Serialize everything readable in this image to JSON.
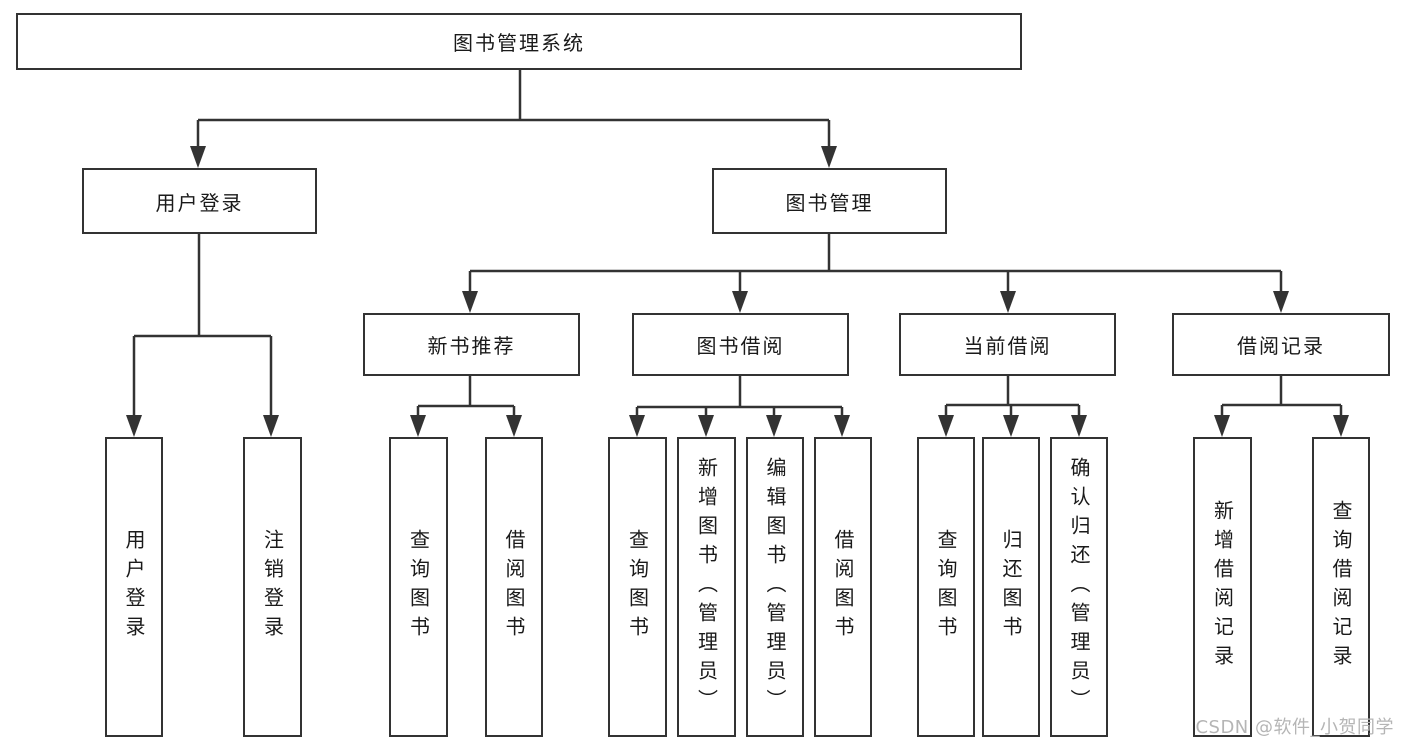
{
  "diagram": {
    "title": "图书管理系统",
    "watermark": "CSDN @软件_小贺同学",
    "colors": {
      "line": "#333333",
      "box_border": "#333333",
      "text": "#1a1a1a",
      "watermark": "#b5b5b5",
      "background": "#ffffff"
    },
    "nodes": {
      "root": "图书管理系统",
      "level2": [
        "用户登录",
        "图书管理"
      ],
      "level3": [
        "新书推荐",
        "图书借阅",
        "当前借阅",
        "借阅记录"
      ],
      "leaves": [
        "用户登录",
        "注销登录",
        "查询图书",
        "借阅图书",
        "查询图书",
        "新增图书（管理员）",
        "编辑图书（管理员）",
        "借阅图书",
        "查询图书",
        "归还图书",
        "确认归还（管理员）",
        "新增借阅记录",
        "查询借阅记录"
      ]
    },
    "structure": [
      {
        "parent": "图书管理系统",
        "children": [
          "用户登录",
          "图书管理"
        ]
      },
      {
        "parent": "用户登录",
        "children": [
          "用户登录",
          "注销登录"
        ]
      },
      {
        "parent": "图书管理",
        "children": [
          "新书推荐",
          "图书借阅",
          "当前借阅",
          "借阅记录"
        ]
      },
      {
        "parent": "新书推荐",
        "children": [
          "查询图书",
          "借阅图书"
        ]
      },
      {
        "parent": "图书借阅",
        "children": [
          "查询图书",
          "新增图书（管理员）",
          "编辑图书（管理员）",
          "借阅图书"
        ]
      },
      {
        "parent": "当前借阅",
        "children": [
          "查询图书",
          "归还图书",
          "确认归还（管理员）"
        ]
      },
      {
        "parent": "借阅记录",
        "children": [
          "新增借阅记录",
          "查询借阅记录"
        ]
      }
    ]
  }
}
